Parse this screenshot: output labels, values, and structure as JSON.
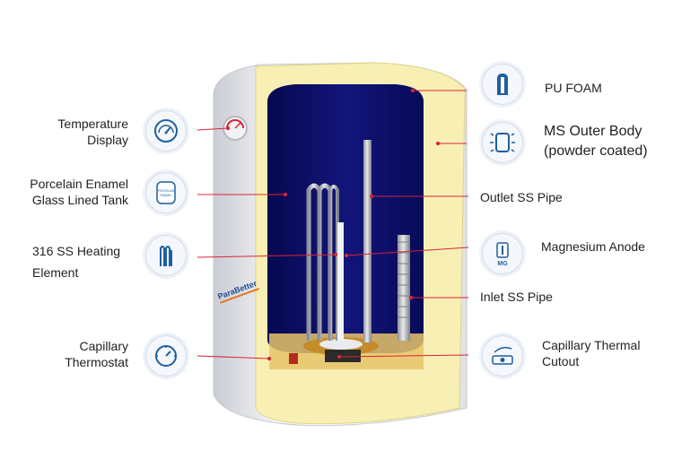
{
  "labels": {
    "temperature_display": [
      "Temperature",
      "Display"
    ],
    "porcelain_tank": [
      "Porcelain Enamel",
      "Glass Lined Tank"
    ],
    "heating_element": [
      "316 SS Heating",
      "Element"
    ],
    "capillary_thermostat": [
      "Capillary",
      "Thermostat"
    ],
    "pu_foam": "PU FOAM",
    "ms_outer_body": [
      "MS Outer Body",
      "(powder coated)"
    ],
    "outlet_pipe": "Outlet SS Pipe",
    "magnesium_anode": "Magnesium Anode",
    "inlet_pipe": "Inlet SS Pipe",
    "capillary_cutout": [
      "Capillary Thermal",
      "Cutout"
    ]
  },
  "icons": {
    "porcelain_text": [
      "PORCELAIN",
      "ENAMEL"
    ],
    "anode_text": "MG"
  },
  "brand": "ParaBetter",
  "colors": {
    "foam": "#f7efb4",
    "tank_interior": "#0d0f66",
    "leader": "#d8243a",
    "icon_blue": "#1f5f9f"
  }
}
